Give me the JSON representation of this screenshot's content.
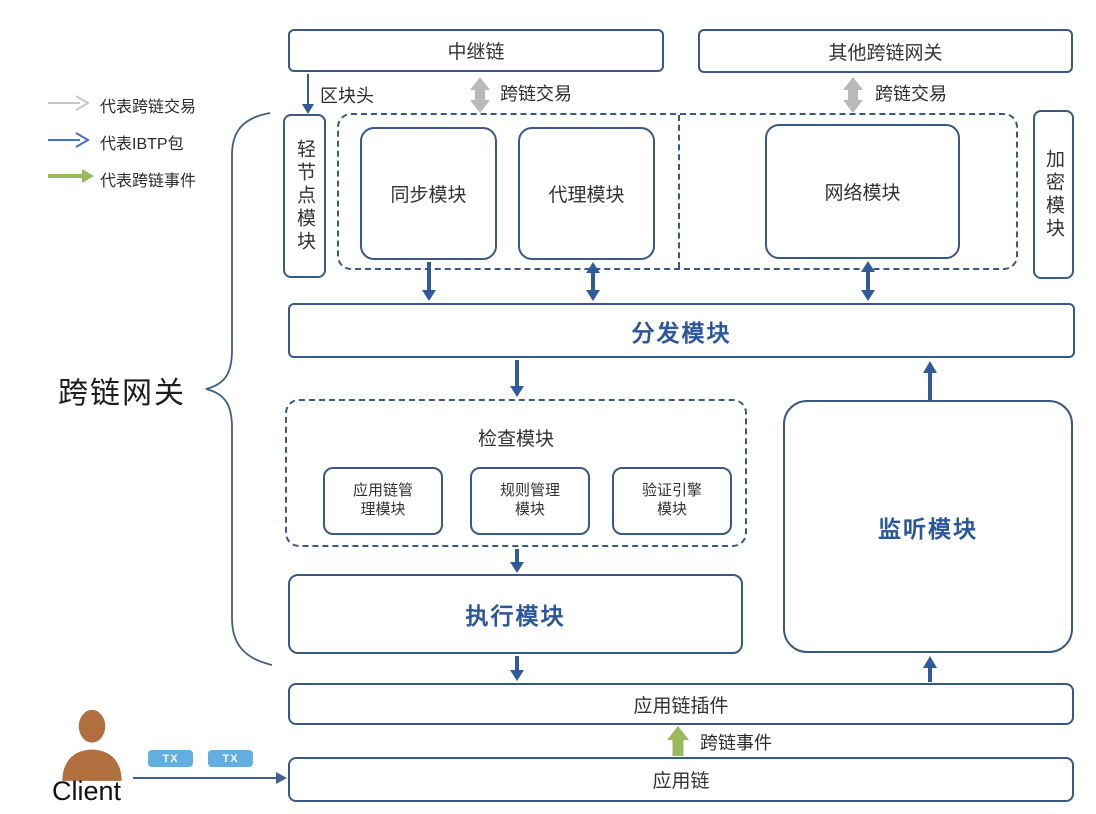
{
  "legend": {
    "items": [
      {
        "name": "cross-chain-tx-arrow",
        "label": "代表跨链交易",
        "color": "#c6c6c6"
      },
      {
        "name": "ibtp-arrow",
        "label": "代表IBTP包",
        "color": "#4472c4"
      },
      {
        "name": "cross-chain-event-arrow",
        "label": "代表跨链事件",
        "color": "#9ab85c"
      }
    ]
  },
  "gateway_brace_label": "跨链网关",
  "nodes": {
    "relay_chain": "中继链",
    "other_gateways": "其他跨链网关",
    "light_node": "轻节点模块",
    "sync": "同步模块",
    "proxy": "代理模块",
    "network": "网络模块",
    "crypto": "加密模块",
    "dispatch": "分发模块",
    "check": "检查模块",
    "appchain_mgmt": "应用链管\n理模块",
    "rule_mgmt": "规则管理\n模块",
    "verify_engine": "验证引擎\n模块",
    "listen": "监听模块",
    "exec": "执行模块",
    "plugin": "应用链插件",
    "appchain": "应用链"
  },
  "edge_labels": {
    "block_header": "区块头",
    "cross_chain_tx_left": "跨链交易",
    "cross_chain_tx_right": "跨链交易",
    "cross_chain_event": "跨链事件"
  },
  "client": {
    "label": "Client",
    "tx_badges": [
      "TX",
      "TX"
    ]
  },
  "colors": {
    "box_border": "#3a5884",
    "arrow_blue": "#2f5b9d",
    "arrow_gray": "#b9b9b9",
    "arrow_green": "#9ab85c",
    "accent_text": "#2b579a",
    "tx_badge": "#62aee0",
    "client_icon": "#b06f3e"
  }
}
